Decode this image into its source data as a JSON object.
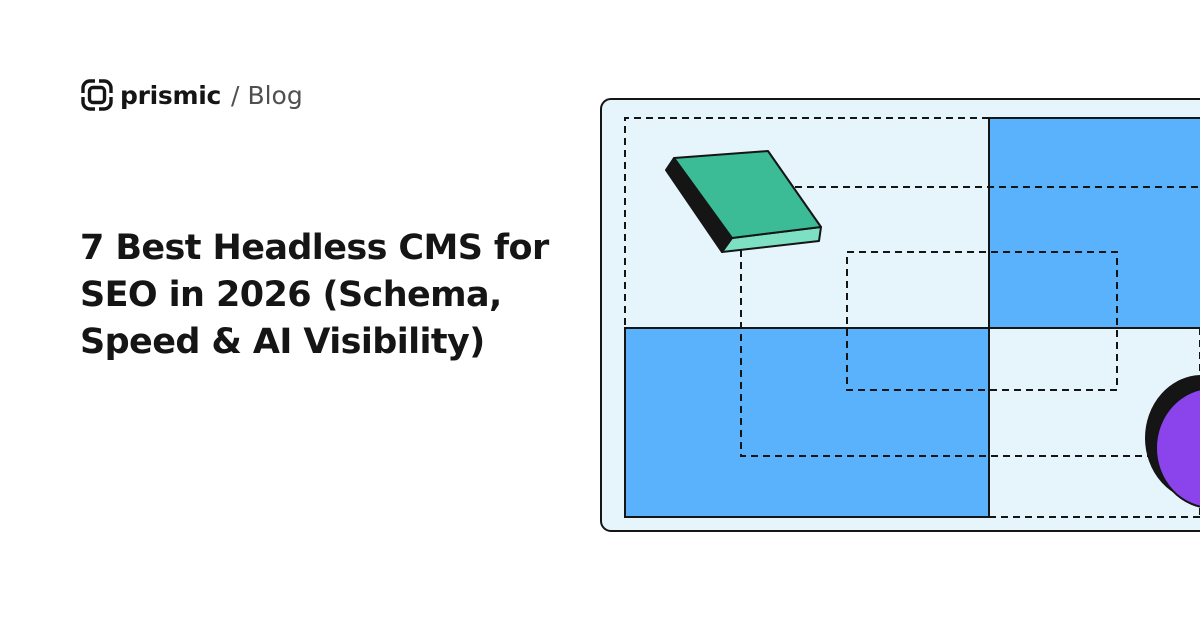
{
  "brand": {
    "name": "prismic",
    "separator": "/",
    "section": "Blog",
    "logo_icon": "prismic-logo-icon"
  },
  "article": {
    "title": "7 Best Headless CMS for SEO in 2026 (Schema, Speed & AI Visibility)"
  },
  "illustration": {
    "frame_fill": "#e6f4fc",
    "block_fill": "#59b2fb",
    "book_top": "#3bbb96",
    "book_edge": "#7ee0c2",
    "book_side": "#151515",
    "disc_fill": "#8b44ec",
    "stroke": "#151515"
  }
}
